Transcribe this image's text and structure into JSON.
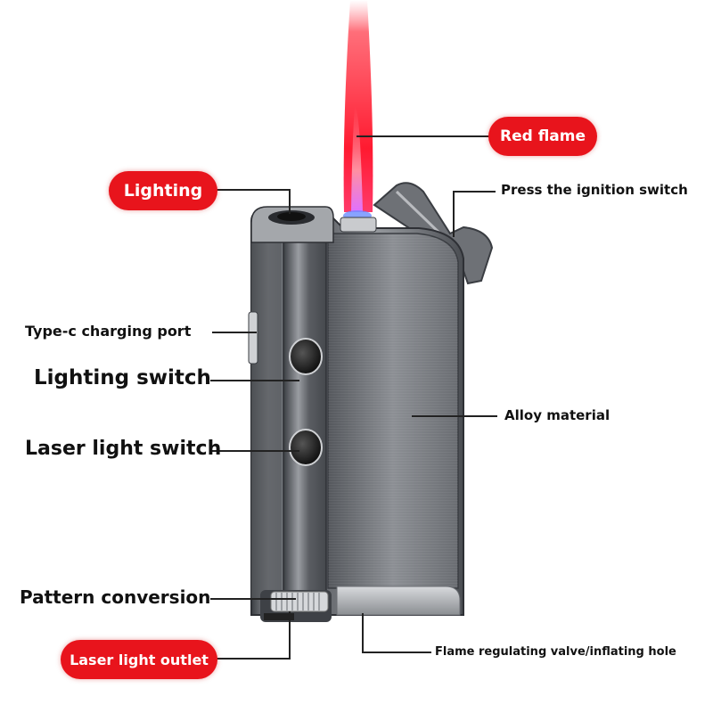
{
  "colors": {
    "pill_red": "#e8141c",
    "flame_red": "#ff2030",
    "flame_blue": "#6a8cff",
    "metal_dark": "#4a4d52",
    "metal_mid": "#7a7d82",
    "metal_light": "#b9bbbf",
    "line": "#222222"
  },
  "callouts": {
    "red_flame": "Red flame",
    "lighting": "Lighting",
    "press_ignition": "Press the ignition switch",
    "type_c_port": "Type-c charging port",
    "lighting_switch": "Lighting switch",
    "alloy_material": "Alloy material",
    "laser_light_switch": "Laser light switch",
    "pattern_conversion": "Pattern conversion",
    "laser_light_outlet": "Laser light outlet",
    "flame_valve": "Flame regulating valve/inflating hole"
  }
}
